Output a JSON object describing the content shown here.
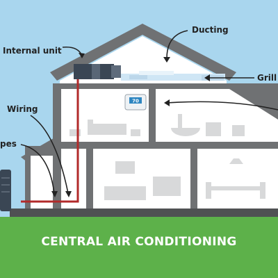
{
  "title": "CENTRAL AIR CONDITIONING",
  "labels": {
    "internal_unit": "Internal unit",
    "ducting": "Ducting",
    "grill": "Grill",
    "wiring": "Wiring",
    "pipes": "pes"
  },
  "thermostat": {
    "reading": "70"
  },
  "colors": {
    "sky": "#a9d6ee",
    "grass": "#5db14a",
    "wall_gray": "#6f7173",
    "room_fill": "#ffffff",
    "furniture": "#d8d9da",
    "pipe_red": "#b22a2a",
    "ac_unit": "#3a4654",
    "duct_blue": "#cfe6f5"
  }
}
